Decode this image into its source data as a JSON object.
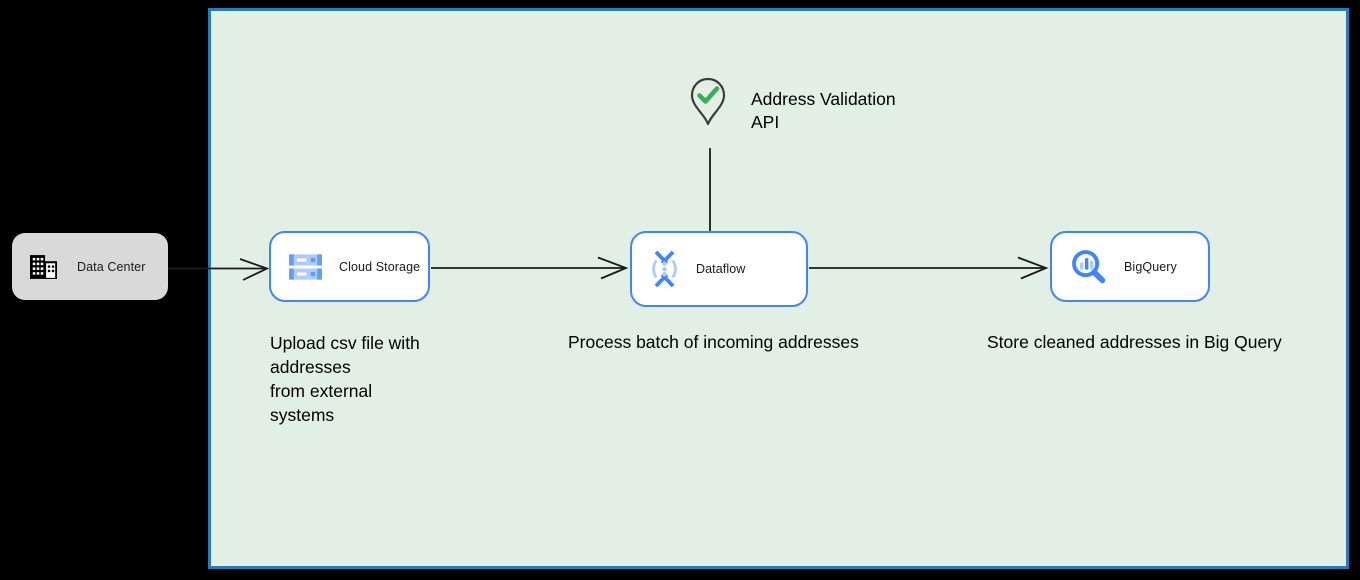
{
  "colors": {
    "accent_blue": "#4285f4",
    "icon_light_blue": "#aecbfa",
    "diagram_background": "#e1efe5",
    "diagram_border": "#2a7ab8",
    "node_fill_gray": "#d9d9d9",
    "check_green": "#3aac5c",
    "connector_black": "#1a1a1a"
  },
  "nodes": {
    "data_center": {
      "label": "Data Center"
    },
    "cloud_storage": {
      "label": "Cloud Storage"
    },
    "dataflow": {
      "label": "Dataflow"
    },
    "bigquery": {
      "label": "BigQuery"
    }
  },
  "annotations": {
    "address_validation_api": "Address Validation\nAPI",
    "upload_caption": "Upload csv file with\naddresses\nfrom external\nsystems",
    "process_caption": "Process batch of incoming addresses",
    "store_caption": "Store cleaned addresses in Big Query"
  },
  "icons": {
    "data_center": "building-icon",
    "cloud_storage": "cloud-storage-icon",
    "dataflow": "dataflow-icon",
    "bigquery": "bigquery-magnifier-icon",
    "address_validation": "map-pin-checkmark-icon"
  }
}
